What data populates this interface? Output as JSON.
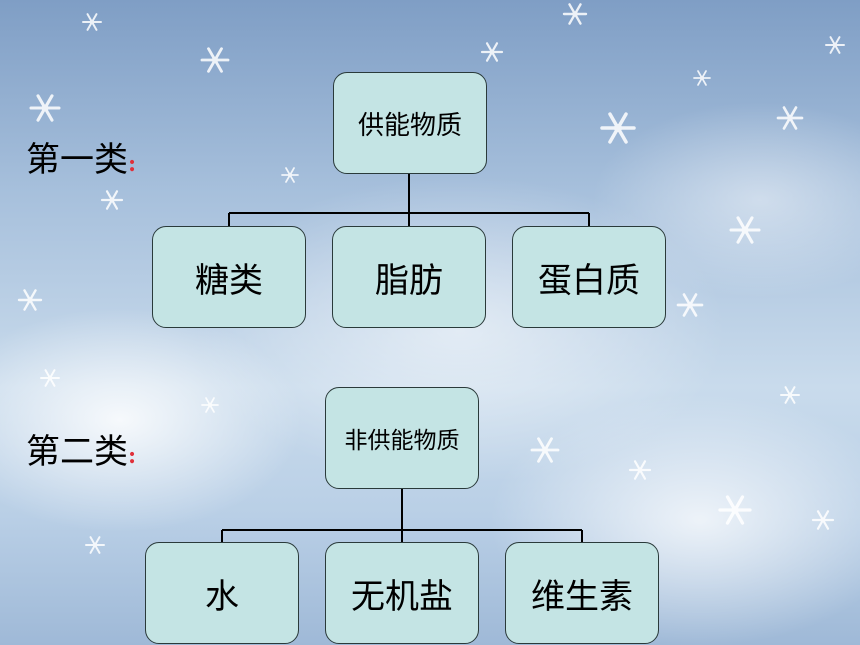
{
  "categories": [
    {
      "label": "第一类",
      "colon": ":"
    },
    {
      "label": "第二类",
      "colon": ":"
    }
  ],
  "groups": [
    {
      "parent": "供能物质",
      "children": [
        "糖类",
        "脂肪",
        "蛋白质"
      ]
    },
    {
      "parent": "非供能物质",
      "children": [
        "水",
        "无机盐",
        "维生素"
      ]
    }
  ],
  "colors": {
    "node_fill": "#c4e4e4",
    "node_border": "#2a3a3a",
    "connector": "#000000",
    "colon": "#e0303a"
  }
}
